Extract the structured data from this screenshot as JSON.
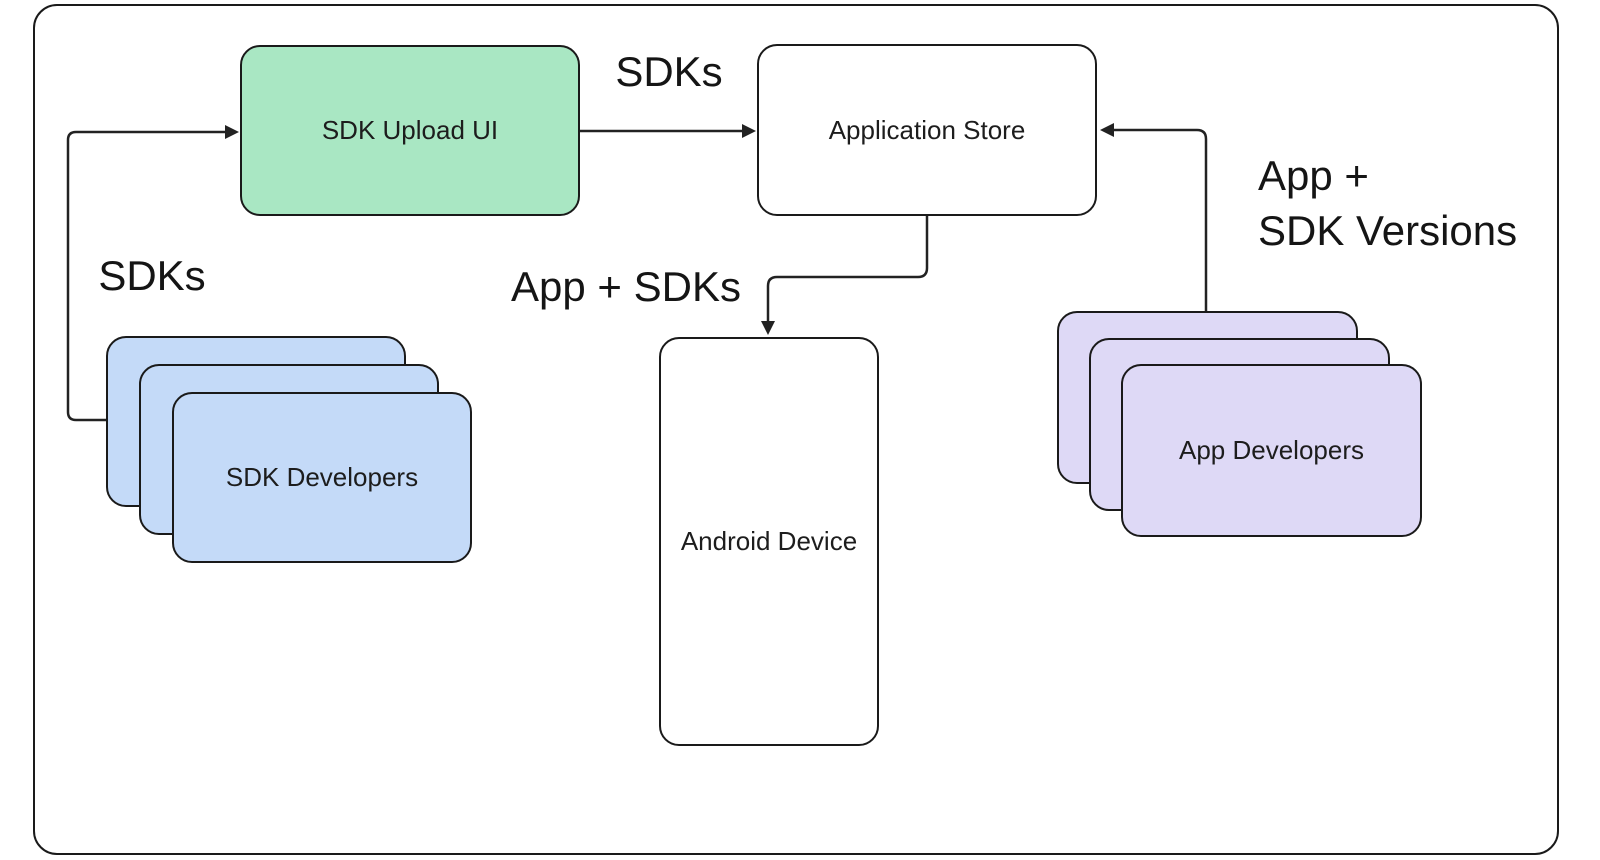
{
  "diagram": {
    "nodes": {
      "sdk_upload_ui": {
        "label": "SDK Upload UI",
        "fill": "#a9e7c3"
      },
      "application_store": {
        "label": "Application Store",
        "fill": "#ffffff"
      },
      "android_device": {
        "label": "Android Device",
        "fill": "#ffffff"
      },
      "sdk_developers": {
        "label": "SDK Developers",
        "fill": "#c4daf8",
        "stack_count": 3
      },
      "app_developers": {
        "label": "App Developers",
        "fill": "#ded9f6",
        "stack_count": 3
      }
    },
    "edge_labels": {
      "sdks_top": "SDKs",
      "sdks_left": "SDKs",
      "app_plus_sdks": "App + SDKs",
      "app_plus_sdk_versions_line1": "App +",
      "app_plus_sdk_versions_line2": "SDK Versions"
    },
    "edges": [
      {
        "from": "sdk_developers",
        "to": "sdk_upload_ui",
        "label": "SDKs"
      },
      {
        "from": "sdk_upload_ui",
        "to": "application_store",
        "label": "SDKs"
      },
      {
        "from": "app_developers",
        "to": "application_store",
        "label": "App + SDK Versions"
      },
      {
        "from": "application_store",
        "to": "android_device",
        "label": "App + SDKs"
      }
    ],
    "colors": {
      "background": "#ffffff",
      "line": "#222222",
      "node_border": "#1a1a1a",
      "green": "#a9e7c3",
      "blue": "#c4daf8",
      "purple": "#ded9f6",
      "text": "#1d1d1d"
    }
  }
}
